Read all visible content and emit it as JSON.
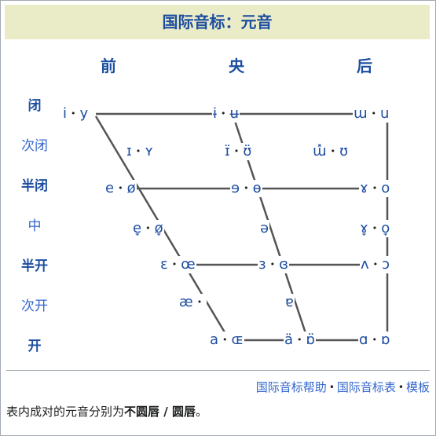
{
  "title": "国际音标：元音",
  "columns": [
    "前",
    "央",
    "后"
  ],
  "rows": [
    {
      "label": "闭",
      "bold": true
    },
    {
      "label": "次闭",
      "bold": false
    },
    {
      "label": "半闭",
      "bold": true
    },
    {
      "label": "中",
      "bold": false
    },
    {
      "label": "半开",
      "bold": true
    },
    {
      "label": "次开",
      "bold": false
    },
    {
      "label": "开",
      "bold": true
    }
  ],
  "vowels": {
    "close_front": [
      "i",
      "y"
    ],
    "close_central": [
      "ɨ",
      "ʉ"
    ],
    "close_back": [
      "ɯ",
      "u"
    ],
    "nearclose_front": [
      "ɪ",
      "ʏ"
    ],
    "nearclose_central": [
      "ɪ̈",
      "ʊ̈"
    ],
    "nearclose_back": [
      "ɯ̽",
      "ʊ"
    ],
    "closemid_front": [
      "e",
      "ø"
    ],
    "closemid_central": [
      "ɘ",
      "ɵ"
    ],
    "closemid_back": [
      "ɤ",
      "o"
    ],
    "mid_front": [
      "e̞",
      "ø̞"
    ],
    "mid_central": [
      "ə"
    ],
    "mid_back": [
      "ɤ̞",
      "o̞"
    ],
    "openmid_front": [
      "ɛ",
      "œ"
    ],
    "openmid_central": [
      "ɜ",
      "ɞ"
    ],
    "openmid_back": [
      "ʌ",
      "ɔ"
    ],
    "nearopen_front": [
      "æ"
    ],
    "nearopen_central": [
      "ɐ"
    ],
    "open_front": [
      "a",
      "ɶ"
    ],
    "open_central": [
      "ä",
      "ɒ̈"
    ],
    "open_back": [
      "ɑ",
      "ɒ"
    ]
  },
  "separator": "•",
  "footer": {
    "links": [
      "国际音标帮助",
      "国际音标表",
      "模板"
    ],
    "note_prefix": "表内成对的元音分别为",
    "note_bold": "不圆唇 / 圆唇",
    "note_suffix": "。"
  },
  "colors": {
    "accent": "#1d4ea0",
    "link": "#3366cc",
    "title_bg": "#eaecc8",
    "border": "#a2a9b1",
    "line": "#555555"
  }
}
